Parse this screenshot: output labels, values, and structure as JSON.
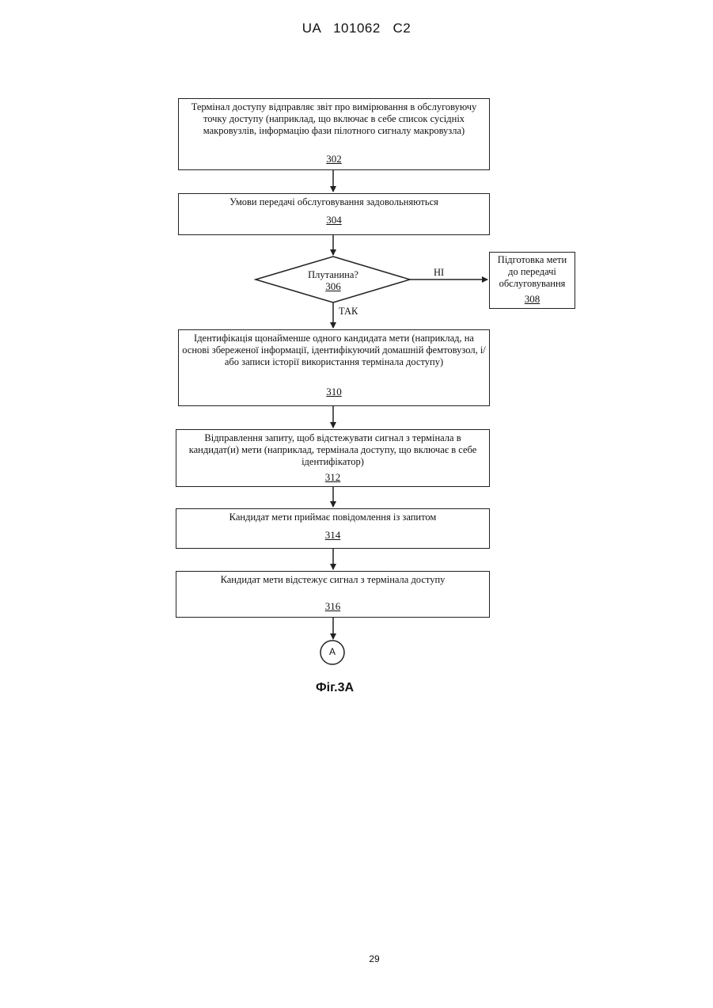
{
  "header": {
    "doc_id": "UA   101062   C2"
  },
  "steps": {
    "s302": {
      "text": "Термінал доступу відправляє звіт про вимірювання в обслуговуючу точку доступу (наприклад, що включає в себе список сусідніх макровузлів, інформацію фази пілотного сигналу макровузла)",
      "num": "302"
    },
    "s304": {
      "text": "Умови передачі обслуговування задовольняються",
      "num": "304"
    },
    "s306": {
      "text": "Плутанина?",
      "num": "306"
    },
    "s308": {
      "text": "Підготовка мети до передачі обслуговування",
      "num": "308"
    },
    "s310": {
      "text": "Ідентифікація щонайменше одного кандидата мети (наприклад, на основі збереженої інформації, ідентифікуючий домашній фемтовузол, і/або записи історії використання термінала доступу)",
      "num": "310"
    },
    "s312": {
      "text": "Відправлення запиту, щоб відстежувати сигнал з термінала в кандидат(и) мети (наприклад, термінала доступу, що включає в себе ідентифікатор)",
      "num": "312"
    },
    "s314": {
      "text": "Кандидат мети приймає повідомлення із запитом",
      "num": "314"
    },
    "s316": {
      "text": "Кандидат мети відстежує сигнал з термінала доступу",
      "num": "316"
    }
  },
  "labels": {
    "no": "НІ",
    "yes": "ТАК",
    "connector": "A"
  },
  "figure_caption": "Фіг.3А",
  "page_number": "29"
}
